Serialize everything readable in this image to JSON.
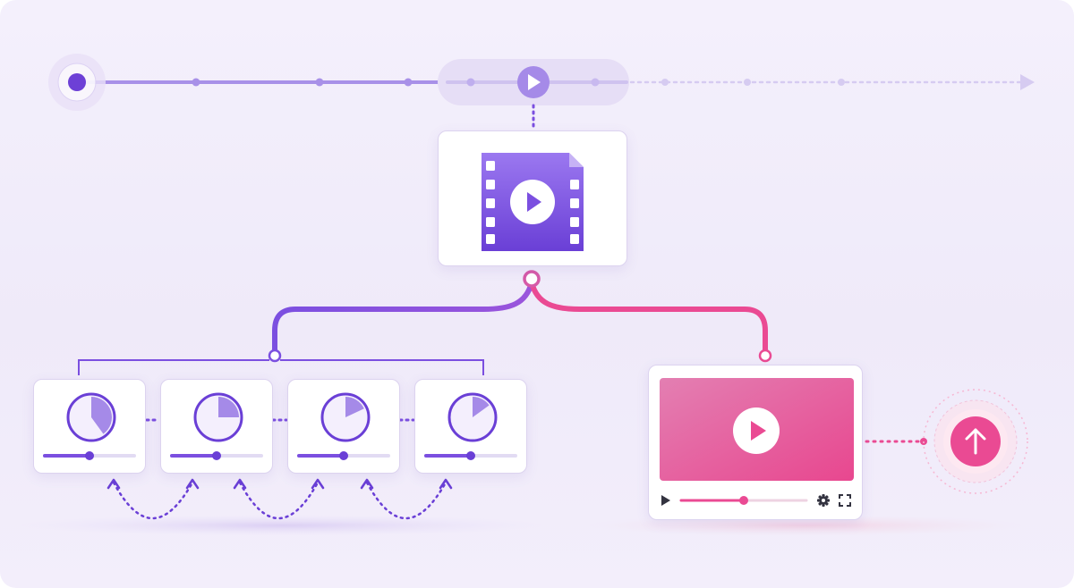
{
  "colors": {
    "purple": "#7b4fe0",
    "purple_light": "#b59cf0",
    "pink": "#ea4a93",
    "pink_light": "#f6a9cc",
    "track": "#d8ccf2"
  },
  "timeline": {
    "icons": [
      "start-node-icon",
      "playhead-icon",
      "arrow-right-icon"
    ]
  },
  "video_file": {
    "icons": [
      "video-file-icon",
      "play-icon"
    ]
  },
  "segments": [
    {
      "progress_fraction": 0.4,
      "slider_fraction": 0.5
    },
    {
      "progress_fraction": 0.25,
      "slider_fraction": 0.5
    },
    {
      "progress_fraction": 0.18,
      "slider_fraction": 0.5
    },
    {
      "progress_fraction": 0.15,
      "slider_fraction": 0.5
    }
  ],
  "player": {
    "icons": [
      "play-icon",
      "settings-icon",
      "fullscreen-icon"
    ],
    "progress_fraction": 0.5
  },
  "upload": {
    "icons": [
      "upload-arrow-icon"
    ]
  }
}
